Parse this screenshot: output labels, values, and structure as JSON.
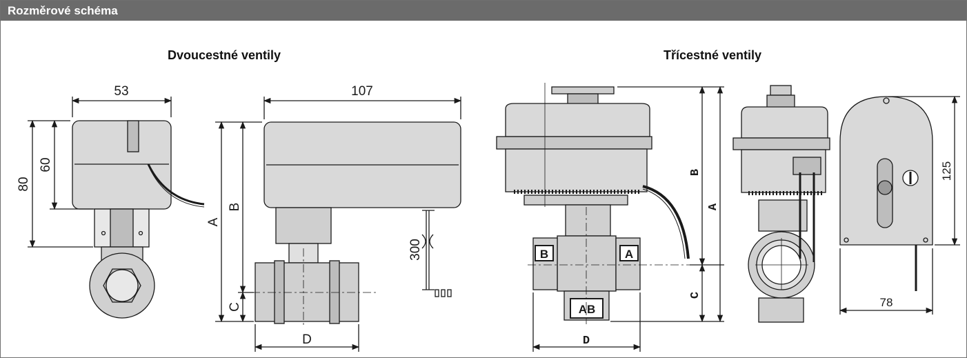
{
  "header": {
    "title": "Rozměrové schéma"
  },
  "sections": {
    "two_way": {
      "title": "Dvoucestné ventily"
    },
    "three_way": {
      "title": "Třícestné ventily"
    }
  },
  "dimensions": {
    "two_way_side": {
      "width": "53",
      "height_total": "80",
      "height_actuator": "60"
    },
    "two_way_front": {
      "width": "107",
      "A": "A",
      "B": "B",
      "C": "C",
      "D": "D",
      "cable": "300"
    },
    "three_way_front": {
      "A": "A",
      "B": "B",
      "C": "C",
      "D": "D"
    },
    "three_way_back": {
      "height": "125",
      "width": "78"
    }
  },
  "ports": {
    "B": "B",
    "A": "A",
    "AB": "AB"
  },
  "colors": {
    "header_bg": "#6b6b6b",
    "header_text": "#ffffff",
    "line": "#1a1a1a",
    "actuator_fill": "#d9d9d9",
    "valve_fill": "#bdbdbd"
  }
}
